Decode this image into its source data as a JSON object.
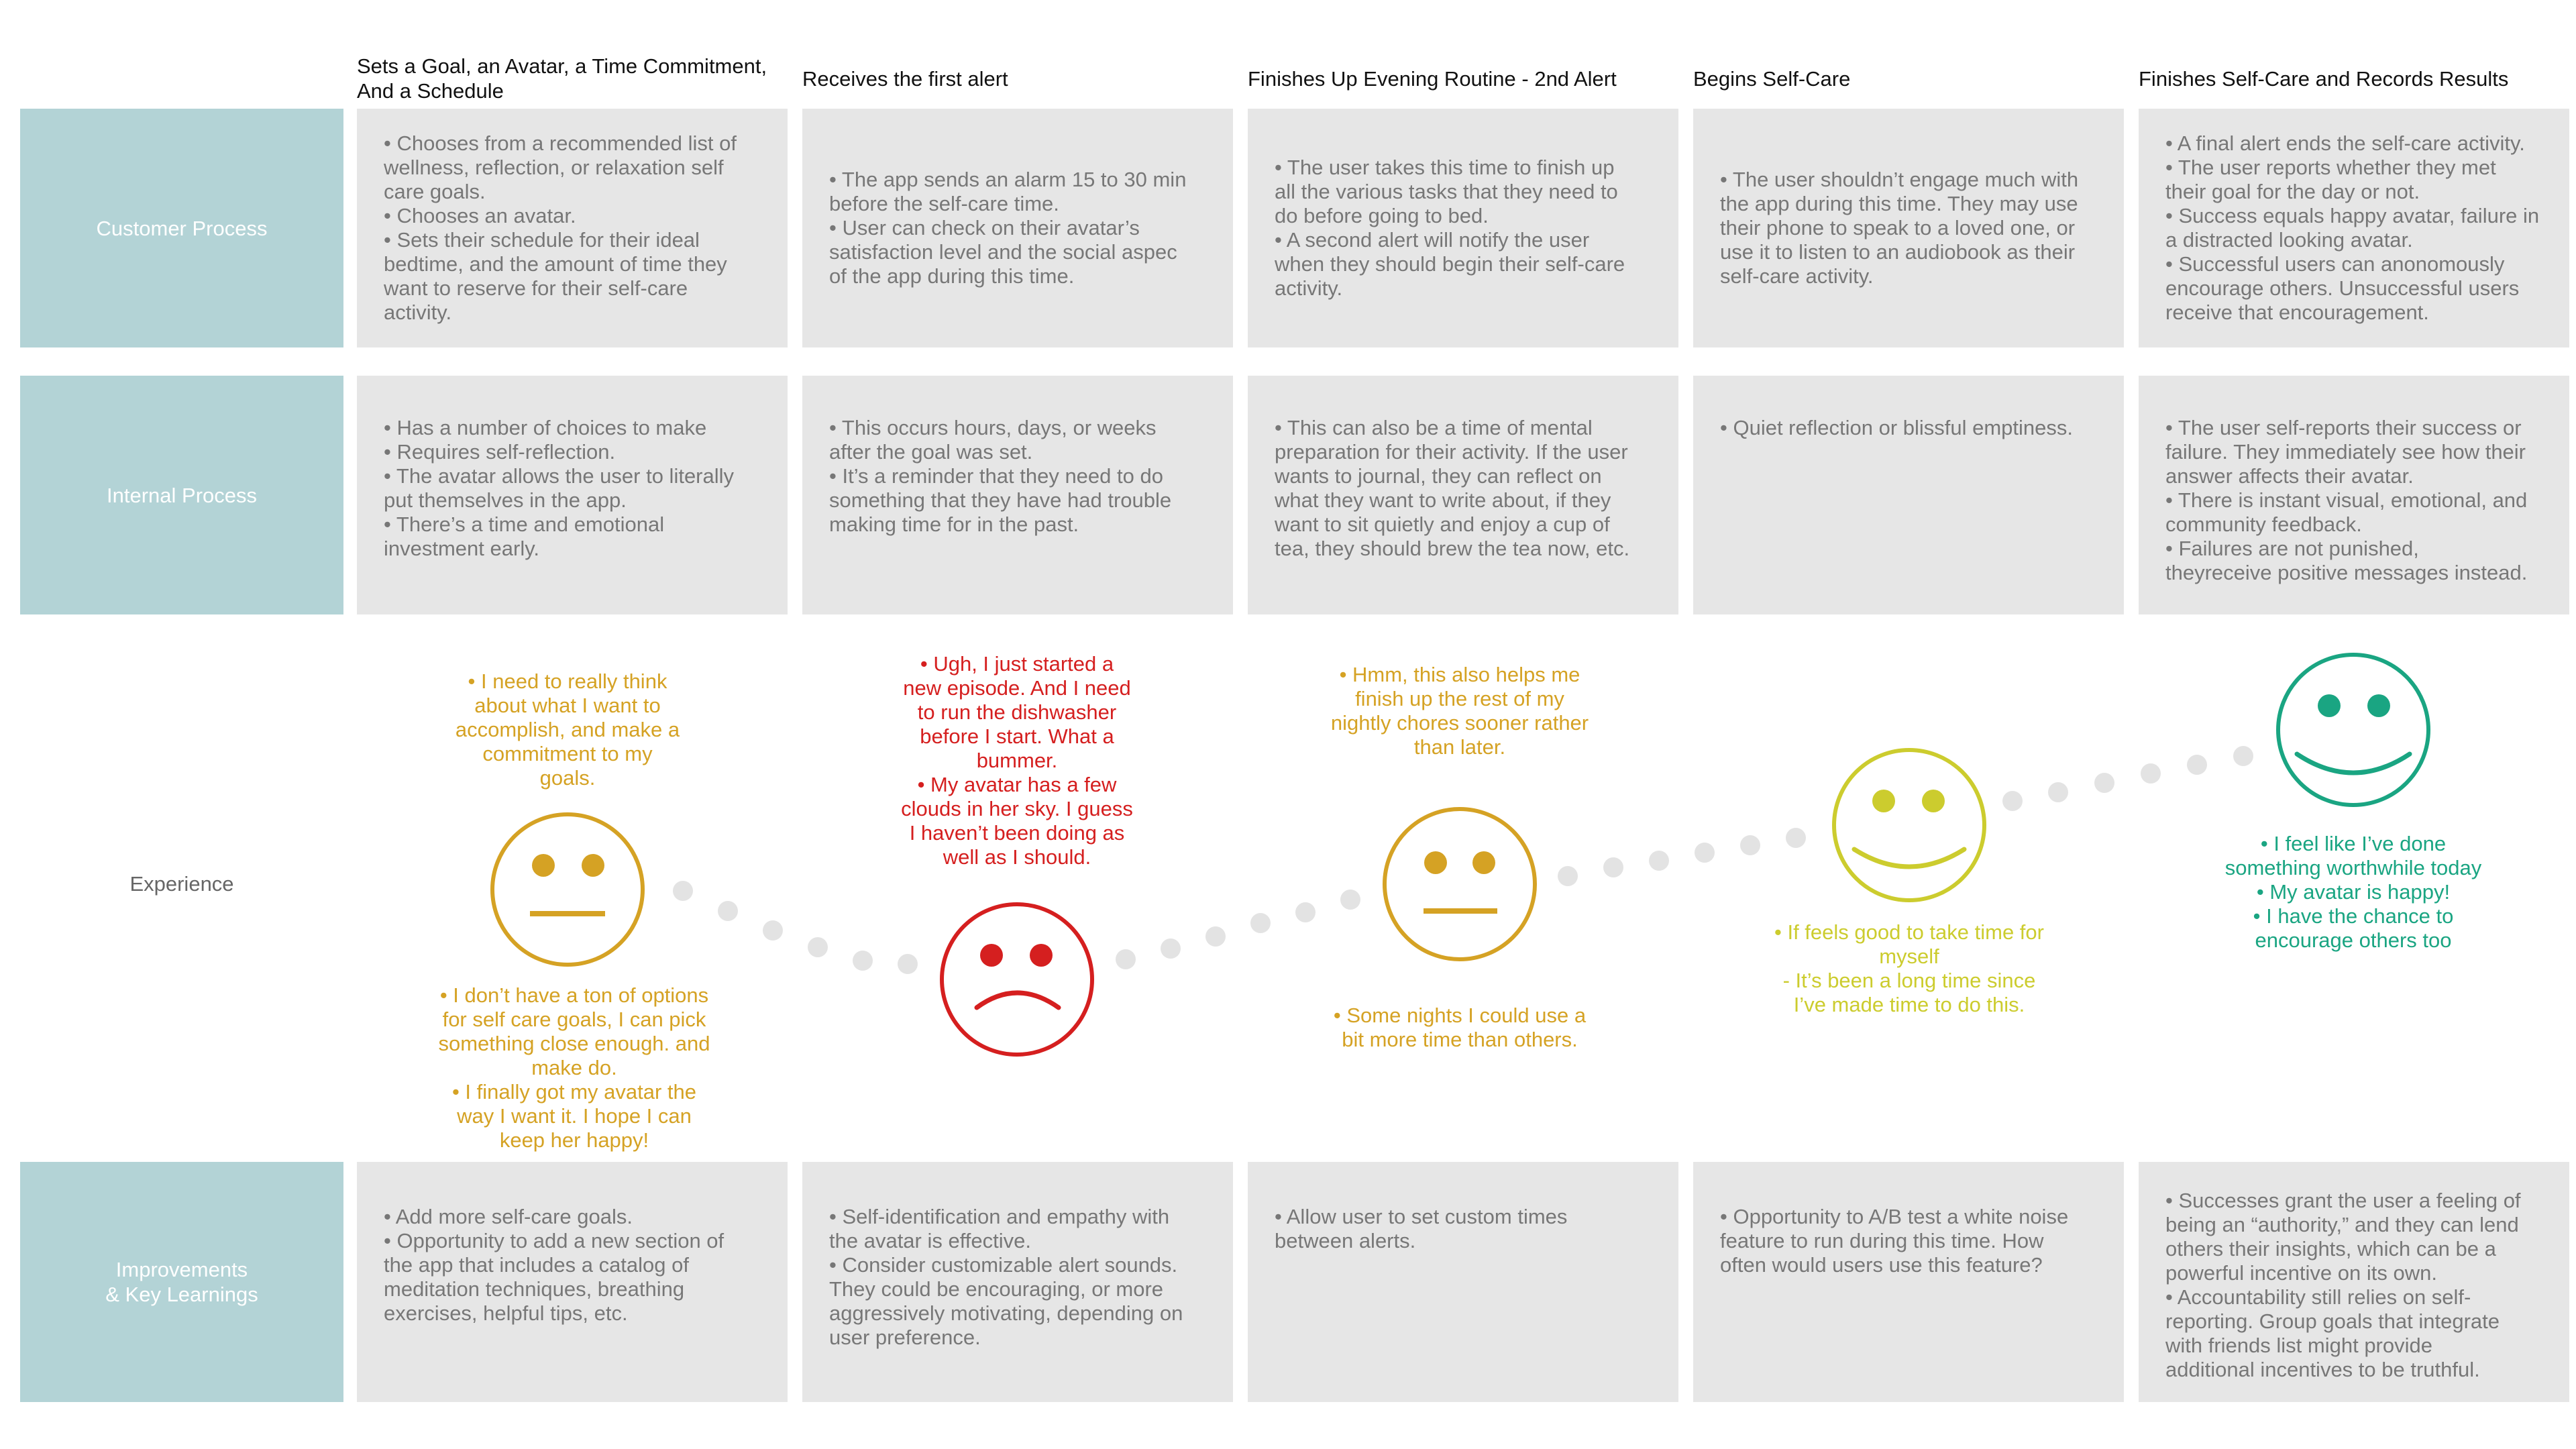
{
  "colors": {
    "teal_label": "#b3d3d6",
    "cell_bg": "#e6e6e6",
    "cell_text": "#777777",
    "orange": "#d5a224",
    "red": "#d51f1f",
    "yellow": "#cccc2e",
    "green": "#1aa582",
    "dots": "#e3e3e3"
  },
  "columns": [
    "Sets a Goal, an Avatar, a Time Commitment,\nAnd a Schedule",
    "Receives the first alert",
    "Finishes Up Evening Routine - 2nd Alert",
    "Begins Self-Care",
    "Finishes Self-Care and Records Results"
  ],
  "rows": {
    "customer_process": {
      "label": "Customer Process",
      "cells": [
        "• Chooses from a recommended list of\nwellness, reflection, or relaxation self\ncare goals.\n• Chooses an avatar.\n• Sets their schedule for their ideal\nbedtime, and the amount of time they\nwant to reserve for their self-care\nactivity.",
        "• The app sends an alarm 15 to 30 min\nbefore the self-care time.\n• User can check on their avatar’s\nsatisfaction level and the social aspec\nof the app during this time.",
        "• The user takes this time to finish up\nall the various tasks that they need to\ndo before going to bed.\n• A second alert will notify the user\nwhen they should begin their self-care\nactivity.",
        "• The user shouldn’t engage much with\nthe app during this time. They may use\ntheir phone to speak to a loved one, or\nuse it to listen to an audiobook as their\nself-care activity.",
        "• A final alert ends the self-care activity.\n• The user reports whether they met\ntheir goal for the day or not.\n• Success equals happy avatar, failure in\na distracted looking avatar.\n• Successful users can anonomously\nencourage others. Unsuccessful users\nreceive that encouragement."
      ]
    },
    "internal_process": {
      "label": "Internal Process",
      "cells": [
        "• Has a number of choices to make\n• Requires self-reflection.\n• The avatar allows the user to literally\nput themselves in the app.\n• There’s a time and emotional\ninvestment early.",
        "• This occurs hours, days, or weeks\nafter the goal was set.\n• It’s a reminder that they need to do\nsomething that they have had trouble\nmaking time for in the past.",
        "• This can also be a time of mental\npreparation for their activity. If the user\nwants to journal, they can reflect on\nwhat they want to write about, if they\nwant to sit quietly and enjoy a cup of\ntea, they should brew the tea now, etc.",
        "• Quiet reflection or blissful emptiness.",
        "• The user self-reports their success or\nfailure. They immediately see how their\nanswer affects their avatar.\n• There is instant visual, emotional, and\ncommunity feedback.\n• Failures are not punished,\ntheyreceive positive messages instead."
      ]
    },
    "experience": {
      "label": "Experience",
      "stages": [
        {
          "mood": "neutral",
          "color": "#d5a224",
          "quote_above": "• I need to really think\nabout what I want to\naccomplish, and make a\ncommitment to my\ngoals.",
          "quote_below": "• I don’t have a ton of options\nfor self care goals, I can pick\nsomething close enough. and\nmake do.\n• I finally got my avatar the\nway I want it. I hope I can\nkeep her happy!"
        },
        {
          "mood": "sad",
          "color": "#d51f1f",
          "quote_above": "• Ugh, I just started a\nnew episode. And I need\nto run the dishwasher\nbefore I start. What a\nbummer.\n• My avatar has a few\nclouds in her sky. I guess\nI haven’t been doing as\nwell as I should.",
          "quote_below": ""
        },
        {
          "mood": "neutral",
          "color": "#d5a224",
          "quote_above": "• Hmm, this also helps me\nfinish up the rest of my\nnightly chores sooner rather\nthan later.",
          "quote_below": "• Some nights I could use a\nbit more time than others."
        },
        {
          "mood": "happy",
          "color": "#cccc2e",
          "quote_above": "",
          "quote_below": "• If feels good to take time for\nmyself\n- It’s been a long time since\nI’ve made time to do this."
        },
        {
          "mood": "happy",
          "color": "#1aa582",
          "quote_above": "",
          "quote_below": "• I feel like I’ve done\nsomething worthwhile today\n• My avatar is happy!\n• I have the chance to\nencourage others too"
        }
      ]
    },
    "improvements": {
      "label": "Improvements\n& Key Learnings",
      "cells": [
        "• Add more self-care goals.\n• Opportunity to add a new section of\nthe app that includes a catalog of\nmeditation techniques, breathing\nexercises, helpful tips, etc.",
        "• Self-identification and empathy with\nthe avatar is effective.\n• Consider customizable alert sounds.\nThey could be encouraging, or more\naggressively motivating, depending on\nuser preference.",
        "• Allow user to set custom times\nbetween alerts.",
        "• Opportunity to A/B test a white noise\nfeature to run during this time. How\noften would users use this feature?",
        "• Successes grant the user a feeling of\nbeing an “authority,” and they can lend\nothers their insights, which can be a\npowerful incentive on its own.\n• Accountability still relies on self-\nreporting. Group goals that integrate\nwith friends list might provide\nadditional incentives to be truthful."
      ]
    }
  }
}
